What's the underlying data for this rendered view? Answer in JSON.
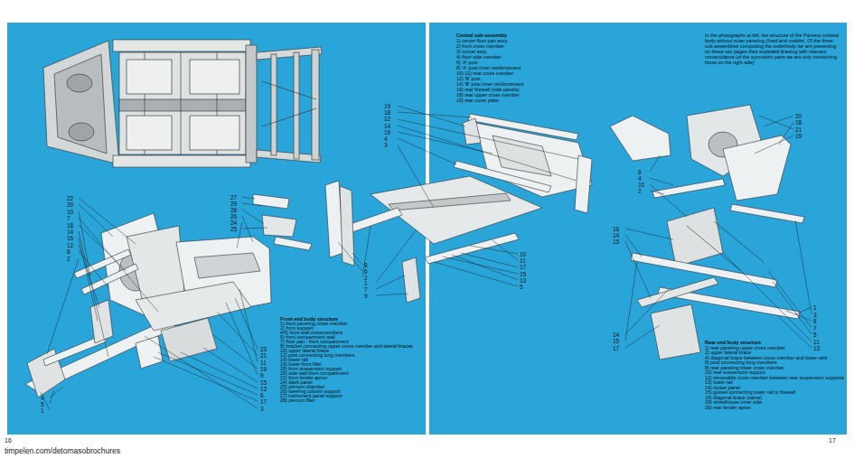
{
  "diagram": {
    "labels": [
      "22",
      "20",
      "10",
      "7",
      "18",
      "14",
      "16",
      "12",
      "8",
      "2",
      "4",
      "5",
      "1",
      "27",
      "29",
      "28",
      "26",
      "24",
      "25",
      "23",
      "21",
      "11",
      "19",
      "9",
      "15",
      "13",
      "6",
      "17",
      "3",
      "Front end body structure",
      "1) front paneling cross member",
      "2) front support",
      "4/5) front wall crossmembers",
      "6) front compartment wall",
      "7) floor pan - front compartment",
      "8) bracket connecting upper cross member and lateral braces",
      "10) upper lateral brace",
      "12) post connecting long members",
      "14) lower rail",
      "16) lower front filler",
      "18) front suspension support",
      "20) side wall-front compartment",
      "22) front fender apron",
      "24) dash panel",
      "25) plenum chamber",
      "26) steering column support",
      "27) instrument panel support",
      "28) plenum filler",
      "19",
      "18",
      "12",
      "14",
      "16",
      "4",
      "3",
      "8",
      "6",
      "2",
      "1",
      "7",
      "9",
      "10",
      "11",
      "17",
      "15",
      "13",
      "5",
      "Central sub-assembly",
      "1) center floor pan assy.",
      "2) front cross member",
      "3) tunnel assy.",
      "4) floor side member",
      "6) 'A' post",
      "8) 'A' post inner reinforcement",
      "10) 11) rear cross member",
      "12) 'B' post",
      "14) 'B' post inner reinforcement",
      "16) rear firewall (side panels)",
      "18) rear upper cross member",
      "19) rear cover plate",
      "In the photographs at left, the structure of the Pantera unitized body without outer paneling (fixed and mobile). Of the three sub-assemblies composing the underbody we are presenting on these two pages their exploded drawing with relevant nomenclature (of the symmetric parts we are only mentioning those on the right side)",
      "20",
      "18",
      "21",
      "19",
      "6",
      "4",
      "10",
      "2",
      "16",
      "14",
      "15",
      "1",
      "3",
      "8",
      "7",
      "5",
      "11",
      "13",
      "14",
      "15",
      "17",
      "Rear end body structure",
      "1) rear paneling upper cross member",
      "2) upper lateral brace",
      "4) diagonal brace between cross member and lower rails",
      "6) post connecting long members",
      "8) rear paneling lower cross member",
      "10) rear suspension support",
      "12) removable cross member between rear suspension supports",
      "13) lower rail",
      "14) rocker panel",
      "15) gusset connecting lower rail to firewall",
      "16) diagonal brace (same)",
      "19) wheelhouse inner side",
      "20) rear fender apron",
      "16",
      "17",
      "timpelen.com/detomasobrochures"
    ]
  }
}
